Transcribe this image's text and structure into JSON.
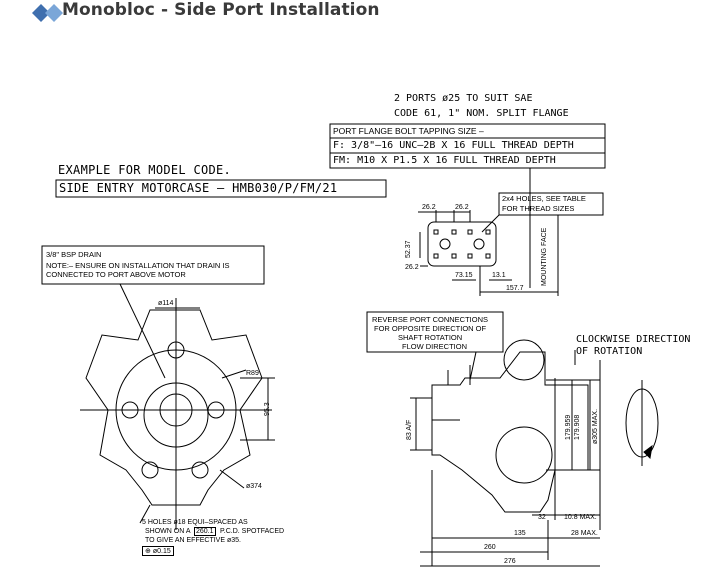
{
  "header": {
    "title": "Monobloc - Side Port Installation"
  },
  "ports_note": {
    "line1": "2 PORTS ø25 TO SUIT SAE",
    "line2": "CODE 61, 1\" NOM. SPLIT FLANGE"
  },
  "flange_table": {
    "header": "PORT FLANGE BOLT TAPPING SIZE –",
    "row_f": "F:  3/8\"–16 UNC–2B X 16 FULL THREAD DEPTH",
    "row_fm": "FM: M10 X P1.5 X 16 FULL THREAD DEPTH"
  },
  "example": {
    "label": "EXAMPLE FOR MODEL CODE.",
    "code": "SIDE ENTRY MOTORCASE – HMB030/P/FM/21"
  },
  "holes_note": {
    "line1": "2x4 HOLES, SEE TABLE",
    "line2": "FOR THREAD SIZES"
  },
  "drain_note": {
    "line1": "3/8\" BSP DRAIN",
    "line2": "NOTE:– ENSURE ON INSTALLATION THAT DRAIN IS",
    "line3": "CONNECTED TO PORT ABOVE MOTOR"
  },
  "reverse_note": {
    "line1": "REVERSE PORT CONNECTIONS",
    "line2": "FOR OPPOSITE DIRECTION OF",
    "line3": "SHAFT ROTATION",
    "line4": "FLOW DIRECTION"
  },
  "rotation_note": {
    "line1": "CLOCKWISE DIRECTION",
    "line2": "OF ROTATION"
  },
  "holes_spec": {
    "line1": "5 HOLES ø18 EQUI–SPACED AS",
    "line2a": "SHOWN ON A",
    "line2b": "260.1",
    "line2c": "P.C.D. SPOTFACED",
    "line3": "TO GIVE AN EFFECTIVE ø35.",
    "tolerance_symbol": "⊕",
    "tolerance_value": "ø0.15"
  },
  "mounting_face": "MOUNTING FACE",
  "dims": {
    "d262a": "26.2",
    "d262b": "26.2",
    "d5237": "52.37",
    "d262c": "26.2",
    "d7315": "73.15",
    "d131": "13.1",
    "d1577": "157.7",
    "phi114": "ø114",
    "r89": "R89",
    "d953": "95.3",
    "phi374": "ø374",
    "d83af": "83 A/F",
    "d179959": "179.959",
    "d179908": "179.908",
    "phi305": "ø305 MAX.",
    "d32": "32",
    "d108": "10.8 MAX.",
    "d135": "135",
    "d28": "28 MAX.",
    "d260": "260",
    "d276": "276"
  }
}
